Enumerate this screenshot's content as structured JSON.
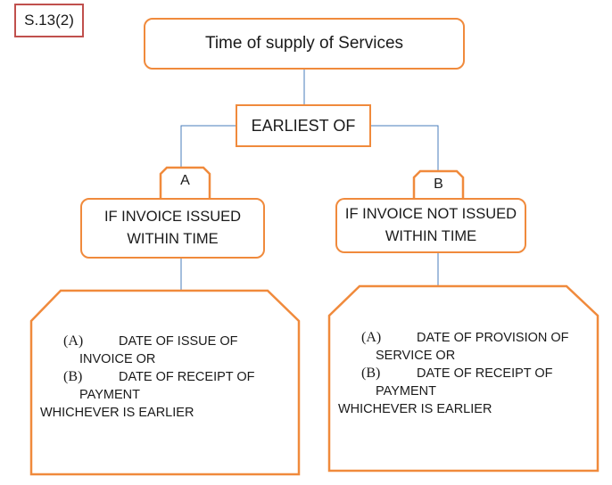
{
  "section_ref": "S.13(2)",
  "root": {
    "label": "Time of supply of Services"
  },
  "connector": {
    "label": "EARLIEST OF"
  },
  "branches": [
    {
      "tab": "A",
      "condition": [
        "IF INVOICE ISSUED",
        "WITHIN TIME"
      ],
      "outcome": {
        "item_a_marker": "(A)",
        "item_a_line1": "DATE OF ISSUE OF",
        "item_a_line2": "INVOICE OR",
        "item_b_marker": "(B)",
        "item_b_line1": "DATE OF RECEIPT OF",
        "item_b_line2": "PAYMENT",
        "footer": "WHICHEVER IS EARLIER"
      }
    },
    {
      "tab": "B",
      "condition": [
        "IF INVOICE NOT ISSUED",
        "WITHIN TIME"
      ],
      "outcome": {
        "item_a_marker": "(A)",
        "item_a_line1": "DATE OF PROVISION OF",
        "item_a_line2": "SERVICE OR",
        "item_b_marker": "(B)",
        "item_b_line1": "DATE OF RECEIPT OF",
        "item_b_line2": "PAYMENT",
        "footer": "WHICHEVER IS EARLIER"
      }
    }
  ],
  "colors": {
    "shape_border": "#f08a3c",
    "section_border": "#c0504d",
    "connector_line": "#4a7ebb"
  }
}
